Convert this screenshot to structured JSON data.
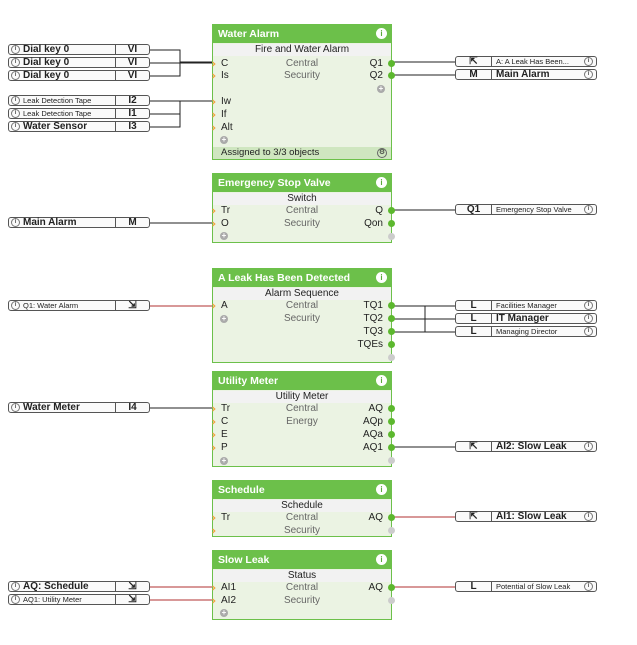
{
  "inputs": {
    "dial1": {
      "label": "Dial key 0",
      "code": "VI"
    },
    "dial2": {
      "label": "Dial key 0",
      "code": "VI"
    },
    "dial3": {
      "label": "Dial key 0",
      "code": "VI"
    },
    "leak1": {
      "label": "Leak Detection Tape",
      "code": "I2"
    },
    "leak2": {
      "label": "Leak Detection Tape",
      "code": "I1"
    },
    "water_sensor": {
      "label": "Water Sensor",
      "code": "I3"
    },
    "main_alarm": {
      "label": "Main Alarm",
      "code": "M"
    },
    "q1_water_alarm": {
      "label": "Q1: Water Alarm"
    },
    "water_meter": {
      "label": "Water Meter",
      "code": "I4"
    },
    "aq_schedule": {
      "label": "AQ: Schedule"
    },
    "aq1_utility": {
      "label": "AQ1: Utility Meter"
    }
  },
  "outputs": {
    "leak_been": {
      "label": "A: A Leak Has Been..."
    },
    "main_alarm": {
      "label": "Main Alarm",
      "code": "M"
    },
    "esv": {
      "label": "Emergency Stop Valve",
      "code": "Q1"
    },
    "facilities": {
      "label": "Facilities Manager",
      "code": "L"
    },
    "it_manager": {
      "label": "IT Manager",
      "code": "L"
    },
    "managing_dir": {
      "label": "Managing Director",
      "code": "L"
    },
    "ai2_slow": {
      "label": "AI2: Slow Leak"
    },
    "ai1_slow": {
      "label": "AI1: Slow Leak"
    },
    "potential": {
      "label": "Potential of Slow Leak",
      "code": "L"
    }
  },
  "blocks": {
    "water_alarm": {
      "title": "Water Alarm",
      "type": "Fire and Water Alarm",
      "inputs": [
        "C",
        "Is",
        "Iw",
        "If",
        "Alt"
      ],
      "middle": [
        "Central",
        "Security"
      ],
      "outputs": [
        "Q1",
        "Q2"
      ],
      "footer": "Assigned to 3/3 objects"
    },
    "esv": {
      "title": "Emergency Stop Valve",
      "type": "Switch",
      "inputs": [
        "Tr",
        "O"
      ],
      "middle": [
        "Central",
        "Security"
      ],
      "outputs": [
        "Q",
        "Qon"
      ]
    },
    "leak": {
      "title": "A Leak Has Been Detected",
      "type": "Alarm Sequence",
      "inputs": [
        "A"
      ],
      "middle": [
        "Central",
        "Security"
      ],
      "outputs": [
        "TQ1",
        "TQ2",
        "TQ3",
        "TQEs"
      ]
    },
    "utility": {
      "title": "Utility Meter",
      "type": "Utility Meter",
      "inputs": [
        "Tr",
        "C",
        "E",
        "P"
      ],
      "middle": [
        "Central",
        "Energy"
      ],
      "outputs": [
        "AQ",
        "AQp",
        "AQa",
        "AQ1"
      ]
    },
    "schedule": {
      "title": "Schedule",
      "type": "Schedule",
      "inputs": [
        "Tr"
      ],
      "middle": [
        "Central",
        "Security"
      ],
      "outputs": [
        "AQ"
      ]
    },
    "slow_leak": {
      "title": "Slow Leak",
      "type": "Status",
      "inputs": [
        "AI1",
        "AI2"
      ],
      "middle": [
        "Central",
        "Security"
      ],
      "outputs": [
        "AQ"
      ]
    }
  },
  "colors": {
    "block_green": "#6cc04a",
    "wire_black": "#222222",
    "wire_red": "#b03030"
  }
}
